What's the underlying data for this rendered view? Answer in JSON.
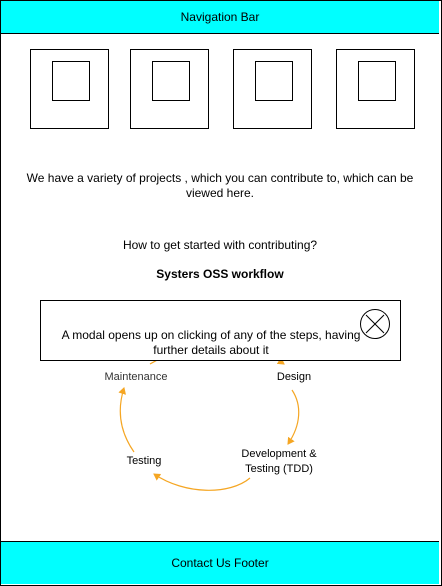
{
  "navbar": {
    "label": "Navigation Bar"
  },
  "projects": {
    "description": "We have a variety of projects , which you can contribute to, which can be viewed here."
  },
  "getting_started": {
    "text": "How to get started with contributing?"
  },
  "workflow": {
    "title": "Systers OSS workflow",
    "modal_text": "A modal opens up on clicking of any of the steps, having further details about it",
    "steps": {
      "maintenance": "Maintenance",
      "design": "Design",
      "development": "Development & Testing (TDD)",
      "testing": "Testing"
    },
    "arrow_color": "#f5a623"
  },
  "footer": {
    "label": "Contact Us Footer"
  }
}
